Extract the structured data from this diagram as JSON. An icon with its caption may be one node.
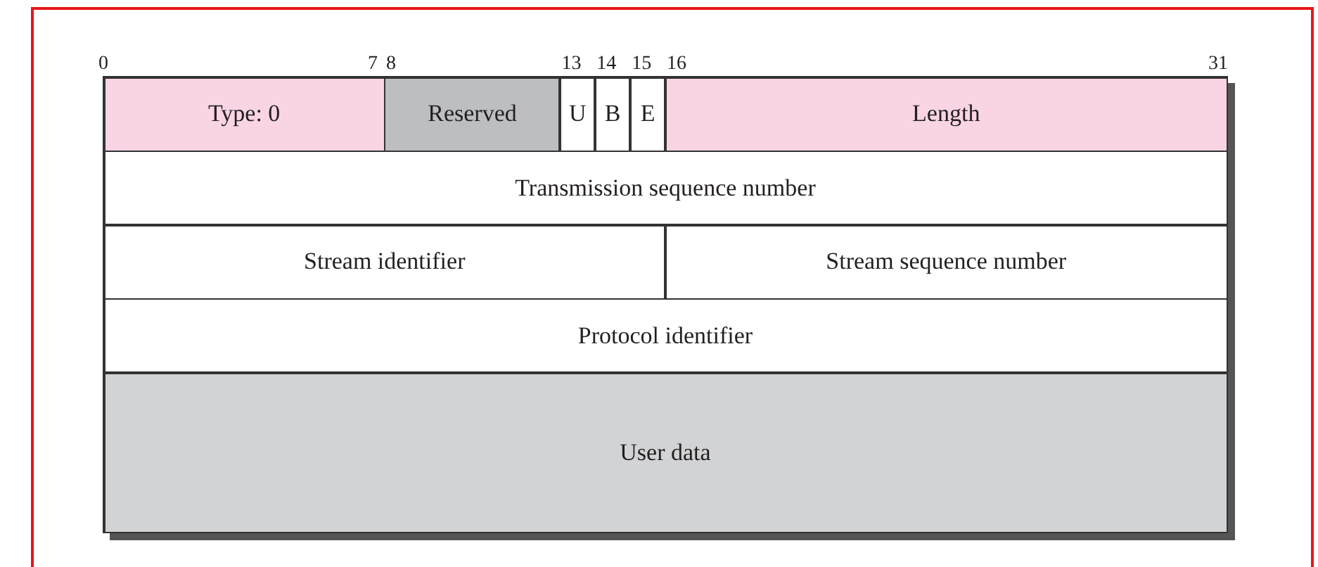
{
  "diagram": {
    "nodes": [
      {
        "text": [
          "Type: 0"
        ]
      },
      {
        "text": [
          "Reserved"
        ]
      },
      {
        "text": [
          "U"
        ]
      },
      {
        "text": [
          "B"
        ]
      },
      {
        "text": [
          "E"
        ]
      },
      {
        "text": [
          "Length"
        ]
      },
      {
        "text": [
          "Transmission sequence number"
        ]
      },
      {
        "text": [
          "Stream identifier"
        ]
      },
      {
        "text": [
          "Stream sequence number"
        ]
      },
      {
        "text": [
          "Protocol identifier"
        ]
      },
      {
        "text": [
          "User data"
        ]
      }
    ],
    "labels": [
      "0",
      "7",
      "8",
      "13",
      "14",
      "15",
      "16",
      "31"
    ]
  }
}
